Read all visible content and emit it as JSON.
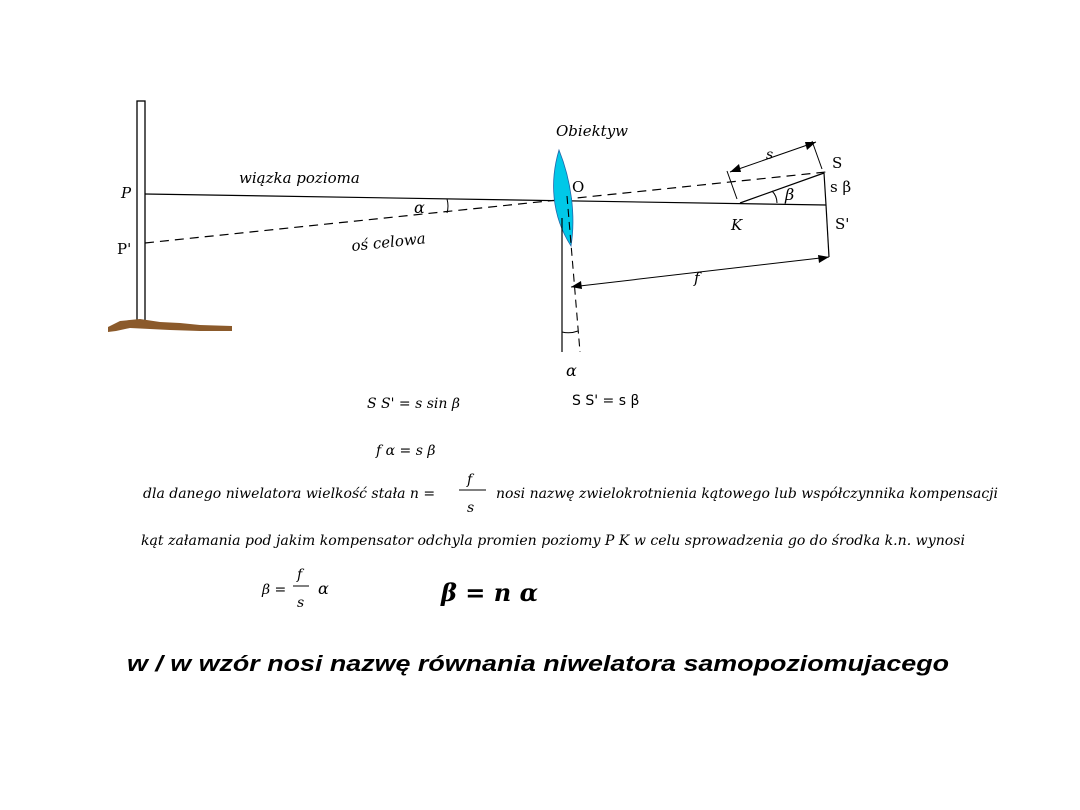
{
  "diagram": {
    "labels": {
      "objective": "Obiektyw",
      "O": "O",
      "P": "P",
      "P_prime": "P'",
      "horizontal_beam": "wiązka pozioma",
      "alpha": "α",
      "sight_axis": "oś celowa",
      "K": "K",
      "S": "S",
      "S_prime": "S'",
      "s_beta": "s β",
      "s": "s",
      "beta": "β",
      "f": "f",
      "alpha_bottom": "α"
    },
    "colors": {
      "lens": "#00c8e8",
      "ground": "#8b5a2b",
      "lines": "#000000"
    }
  },
  "formulas": {
    "f1": "S S' = s sin  β",
    "f2": "S S' = s  β",
    "f3": "f  α  =  s  β",
    "line1_pre": "dla danego niwelatora wielkość stała n =",
    "frac_num": "f",
    "frac_den": "s",
    "line1_post": "nosi nazwę zwielokrotnienia kątowego lub współczynnika kompensacji",
    "line2": "kąt załamania pod jakim kompensator odchyla promien poziomy  P  K   w celu sprowadzenia go do środka k.n. wynosi",
    "beta_lhs": "β =",
    "beta_num": "f",
    "beta_den": "s",
    "beta_rhs": "α",
    "main": "β = n  α"
  },
  "footer": "w / w wzór nosi nazwę równania niwelatora samopoziomujacego"
}
